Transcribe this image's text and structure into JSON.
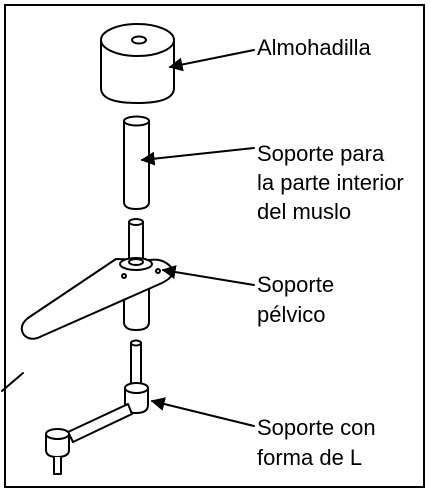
{
  "labels": {
    "cushion": "Almohadilla",
    "inner_thigh_l1": "Soporte para",
    "inner_thigh_l2": "la parte interior",
    "inner_thigh_l3": "del muslo",
    "pelvic_l1": "Soporte",
    "pelvic_l2": "pélvico",
    "l_shape_l1": "Soporte con",
    "l_shape_l2": "forma de L"
  },
  "colors": {
    "line": "#000000",
    "fill": "#ffffff",
    "shade": "#e6e6e6"
  }
}
